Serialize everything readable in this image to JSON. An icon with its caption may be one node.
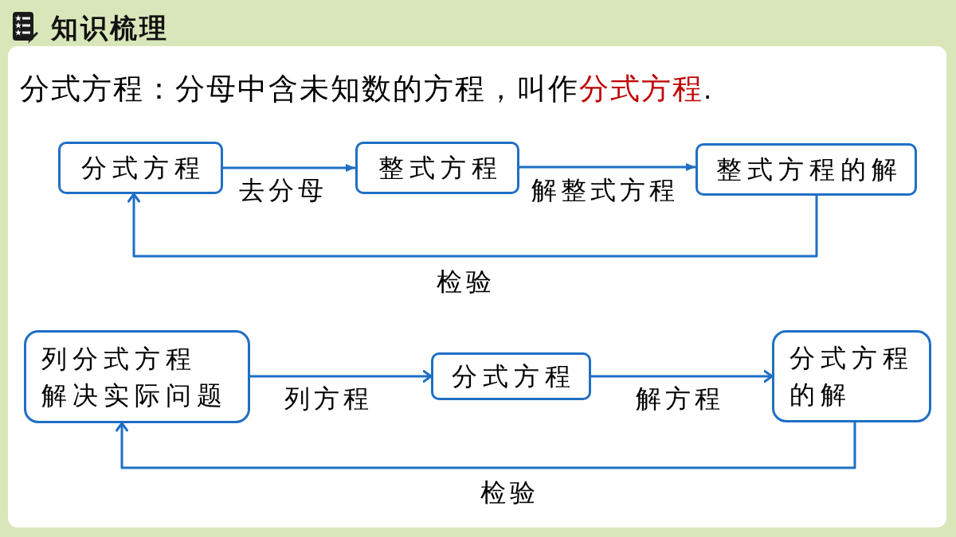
{
  "diagram": {
    "title": "知识梳理",
    "nodes": [
      {
        "text": [
          "分式方程"
        ]
      },
      {
        "text": [
          "整式方程"
        ]
      },
      {
        "text": [
          "整式方程的解"
        ]
      },
      {
        "text": [
          "列分式方程",
          "解决实际问题"
        ]
      },
      {
        "text": [
          "分式方程"
        ]
      },
      {
        "text": [
          "分式方程的解"
        ]
      }
    ],
    "edges": [
      {
        "from": 0,
        "to": 1,
        "arrow": "to",
        "label": "去分母"
      },
      {
        "from": 1,
        "to": 2,
        "arrow": "to",
        "label": "解整式方程"
      },
      {
        "from": 2,
        "to": 0,
        "arrow": "to",
        "label": "检验"
      },
      {
        "from": 3,
        "to": 4,
        "arrow": "to",
        "label": "列方程"
      },
      {
        "from": 4,
        "to": 5,
        "arrow": "to",
        "label": "解方程"
      },
      {
        "from": 5,
        "to": 3,
        "arrow": "to",
        "label": "检验"
      }
    ],
    "labels": [
      "分式方程：分母中含未知数的方程，叫作**分式方程**."
    ]
  }
}
